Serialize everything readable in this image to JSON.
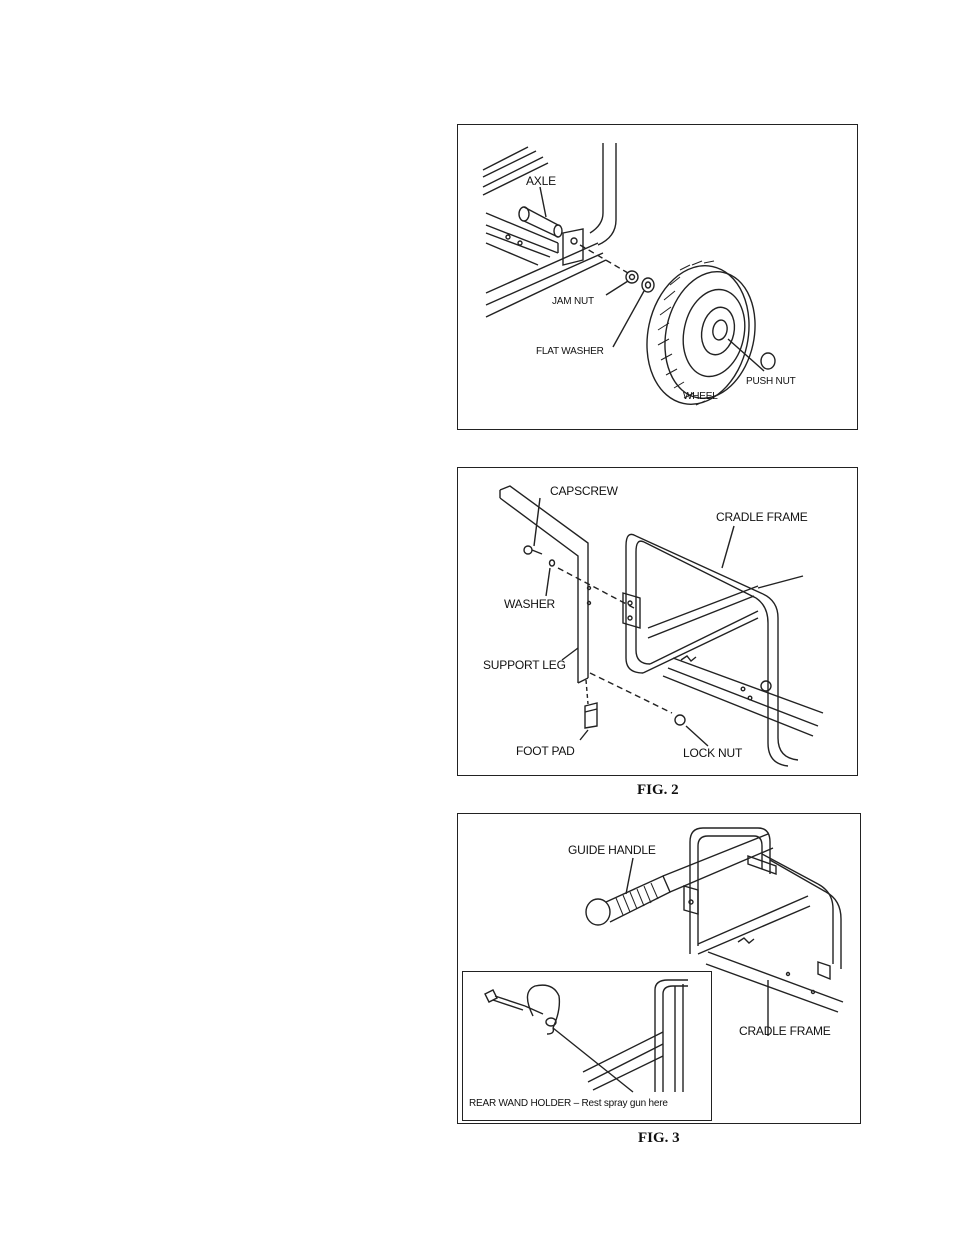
{
  "fig1": {
    "labels": {
      "axle": "AXLE",
      "jam_nut": "JAM NUT",
      "flat_washer": "FLAT WASHER",
      "push_nut": "PUSH NUT",
      "wheel": "WHEEL"
    }
  },
  "fig2": {
    "caption": "FIG. 2",
    "labels": {
      "capscrew": "CAPSCREW",
      "cradle_frame": "CRADLE FRAME",
      "washer": "WASHER",
      "support_leg": "SUPPORT LEG",
      "foot_pad": "FOOT PAD",
      "lock_nut": "LOCK NUT"
    }
  },
  "fig3": {
    "caption": "FIG. 3",
    "labels": {
      "guide_handle": "GUIDE HANDLE",
      "cradle_frame": "CRADLE FRAME",
      "rear_wand_holder": "REAR WAND HOLDER – Rest spray gun here"
    }
  }
}
